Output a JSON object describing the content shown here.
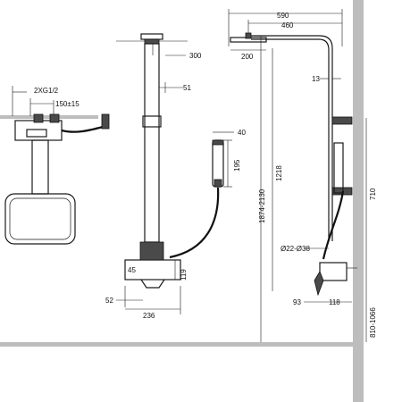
{
  "dimensions": {
    "thread": "2XG1/2",
    "centres": "150±15",
    "head_width": "300",
    "pipe_diameter": "51",
    "handshower_width": "40",
    "handshower_length": "195",
    "valve_a": "45",
    "valve_b": "119",
    "valve_c": "52",
    "valve_width": "236",
    "total_reach": "590",
    "arm_reach": "460",
    "head_depth": "200",
    "wall_gap": "13",
    "riser_length": "1218",
    "height_range": "1874-2130",
    "slide_range": "710",
    "hose_diameter": "Ø22-Ø38",
    "valve_depth_a": "93",
    "valve_depth_b": "118",
    "valve_height": "810-1066"
  }
}
